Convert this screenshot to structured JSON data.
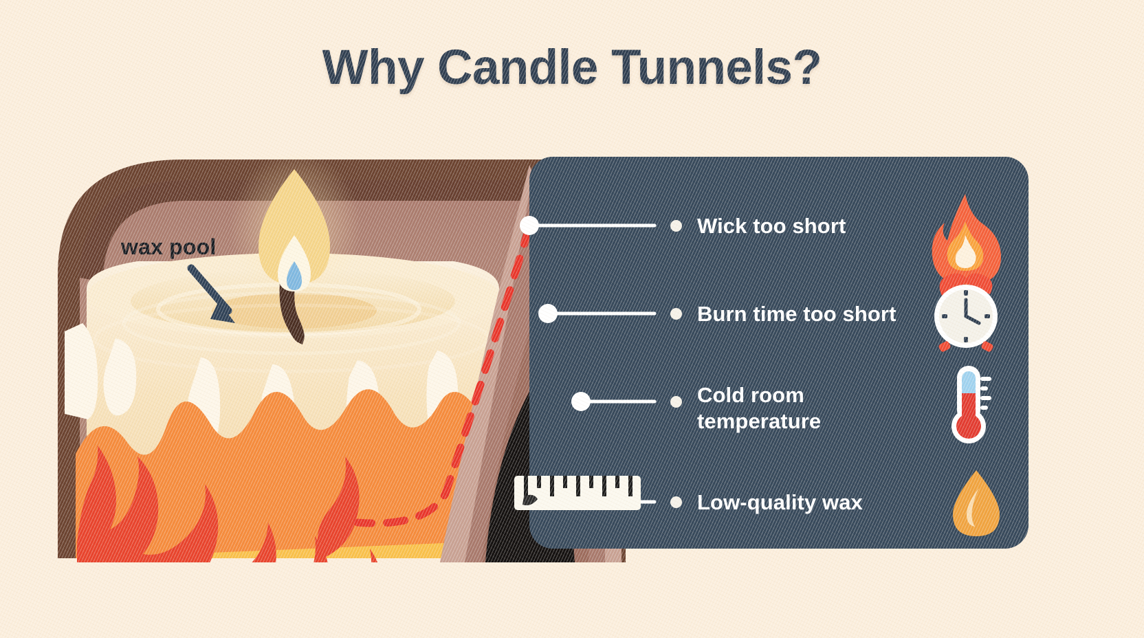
{
  "page": {
    "title": "Why Candle Tunnels?",
    "background_color": "#fbeedc",
    "title_color": "#2f3e50"
  },
  "illustration": {
    "name": "candle-tunnel-cutaway",
    "annotation_label": "wax pool",
    "annotation_color": "#151a20",
    "arrow_color": "#2f4156",
    "candle_wax_color": "#f3dbb4",
    "wax_pool_color": "#f7e7c6",
    "jar_rim_color": "#5d3a2a",
    "jar_wall_color": "#b08878",
    "tunnel_void_color": "#141110",
    "flame_outer_color": "#f5d58a",
    "flame_inner_color": "#fdf6e3",
    "flame_core_color": "#7fb8e0",
    "wick_color": "#4a2e22",
    "fire_red_color": "#e8432c",
    "fire_orange_color": "#f58b3c",
    "fire_yellow_color": "#f9c04a",
    "dashed_guide_color": "#e8352a",
    "ruler_color": "#fbf8ee",
    "ruler_tick_color": "#1b1b1b"
  },
  "panel": {
    "name": "causes-panel",
    "background_color": "#37495b",
    "leader_line_color": "#ffffff",
    "bullet_color": "#f5f1e8",
    "items": [
      {
        "label": "Wick too short",
        "icon": "fire-icon",
        "icon_color": "#f4613b"
      },
      {
        "label": "Burn time too short",
        "icon": "alarm-clock-icon",
        "icon_color": "#f4613b"
      },
      {
        "label_line1": "Cold room",
        "label_line2": "temperature",
        "icon": "thermometer-icon",
        "icon_color": "#e23b30"
      },
      {
        "label": "Low-quality wax",
        "icon": "wax-droplet-icon",
        "icon_color": "#f0a33f"
      }
    ]
  }
}
